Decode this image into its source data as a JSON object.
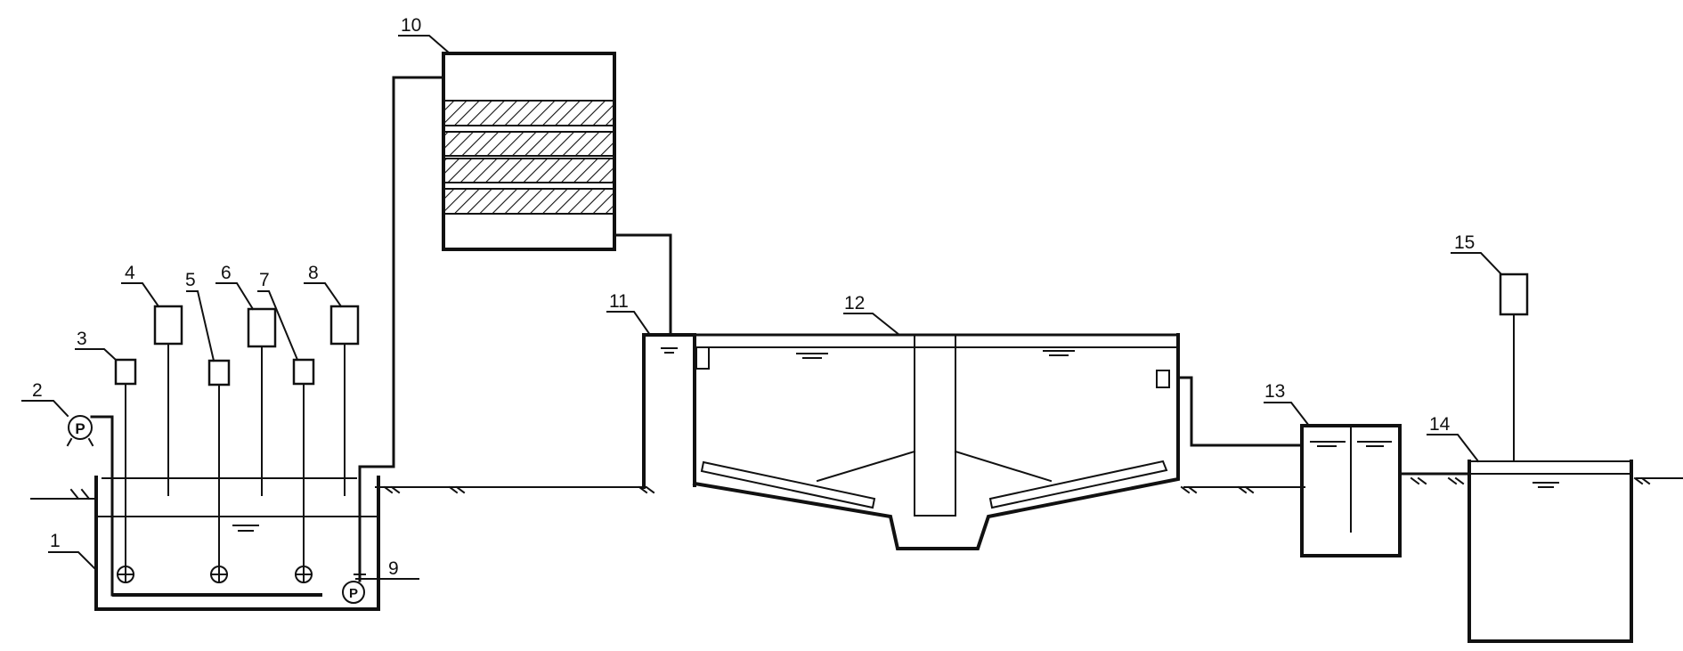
{
  "labels": {
    "n1": "1",
    "n2": "2",
    "n3": "3",
    "n4": "4",
    "n5": "5",
    "n6": "6",
    "n7": "7",
    "n8": "8",
    "n9": "9",
    "n10": "10",
    "n11": "11",
    "n12": "12",
    "n13": "13",
    "n14": "14",
    "n15": "15"
  },
  "pump_symbol": "P"
}
